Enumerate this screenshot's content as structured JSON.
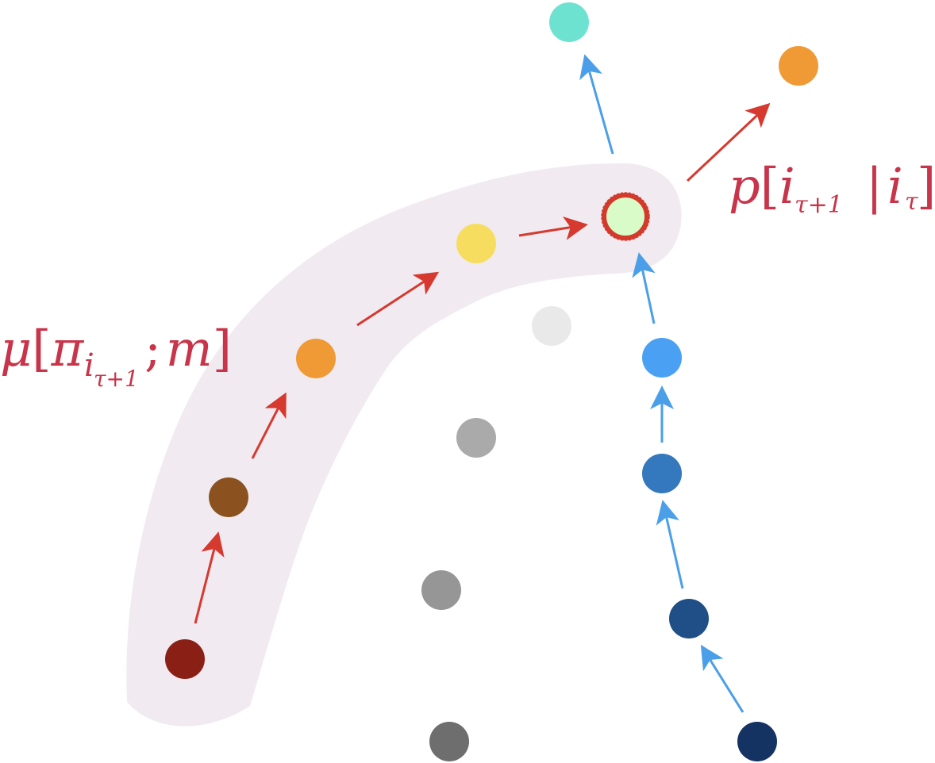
{
  "labels": {
    "mu_label": {
      "mu": "μ",
      "open": "[",
      "pi": "π",
      "sub_i": "i",
      "sub_sub": "τ+1",
      "semicolon": ";",
      "m": "m",
      "close": "]"
    },
    "p_label": {
      "p": "p",
      "open": "[",
      "i1": "i",
      "sub1": "τ+1",
      "bar": "|",
      "i2": "i",
      "sub2": "τ",
      "close": "]"
    }
  },
  "colors": {
    "highlight_band": "#f1eaf1",
    "red_arrow": "#d6392e",
    "blue_arrow": "#4a9fe8",
    "label_red": "#c8354a",
    "target_ring": "#d33a2c",
    "target_fill": "#d8fbc8"
  },
  "nodes": [
    {
      "id": "red-path-0",
      "color": "#8a2015"
    },
    {
      "id": "red-path-1",
      "color": "#8b5220"
    },
    {
      "id": "red-path-2",
      "color": "#f09a36"
    },
    {
      "id": "red-path-3",
      "color": "#f7dd5f"
    },
    {
      "id": "target",
      "color": "#d8fbc8"
    },
    {
      "id": "next-orange",
      "color": "#f09a36"
    },
    {
      "id": "next-teal",
      "color": "#6ee2d0"
    },
    {
      "id": "blue-path-0",
      "color": "#143362"
    },
    {
      "id": "blue-path-1",
      "color": "#1f4f86"
    },
    {
      "id": "blue-path-2",
      "color": "#3478bd"
    },
    {
      "id": "blue-path-3",
      "color": "#4aa0f2"
    },
    {
      "id": "gray-0",
      "color": "#6e6e6e"
    },
    {
      "id": "gray-1",
      "color": "#969696"
    },
    {
      "id": "gray-2",
      "color": "#aaaaaa"
    },
    {
      "id": "gray-3",
      "color": "#e9e9e9"
    }
  ]
}
